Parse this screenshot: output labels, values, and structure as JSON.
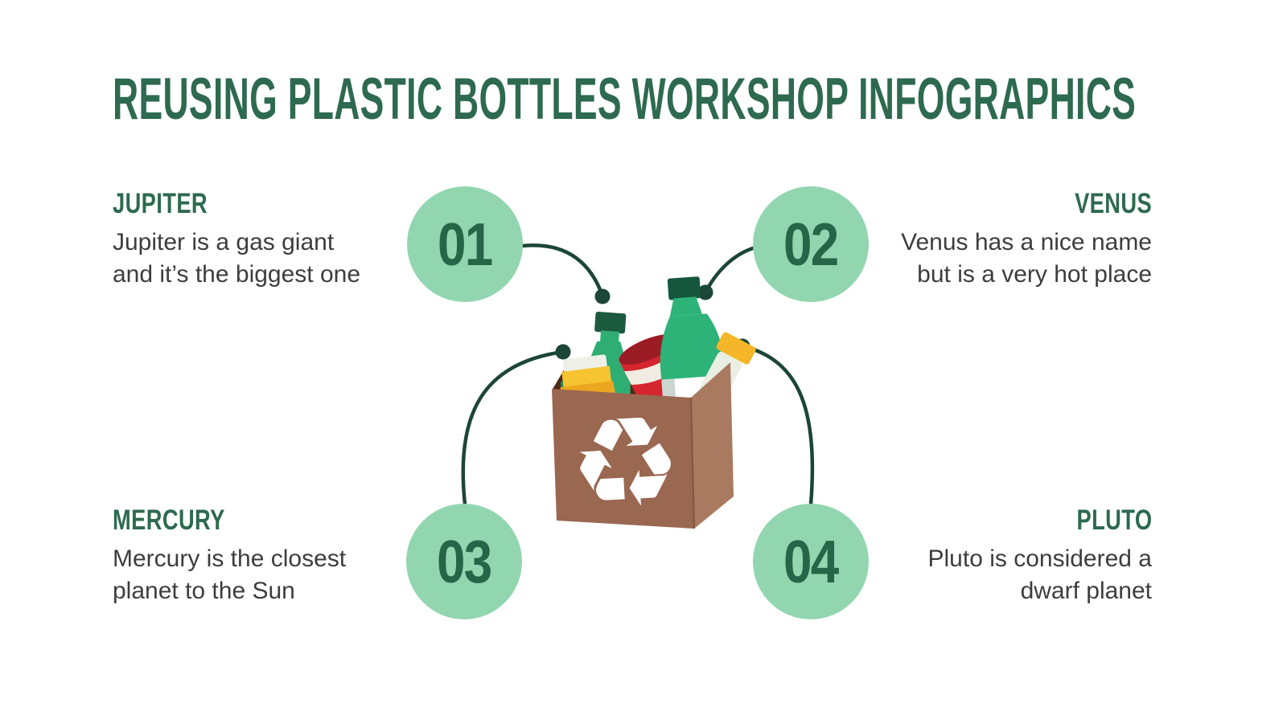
{
  "title": "REUSING PLASTIC BOTTLES WORKSHOP INFOGRAPHICS",
  "items": [
    {
      "number": "01",
      "name": "JUPITER",
      "lines": [
        "Jupiter is a gas giant",
        "and it’s the biggest one"
      ],
      "position": "top-left"
    },
    {
      "number": "02",
      "name": "VENUS",
      "lines": [
        "Venus has a nice name",
        "but is a very hot place"
      ],
      "position": "top-right"
    },
    {
      "number": "03",
      "name": "MERCURY",
      "lines": [
        "Mercury is the closest",
        "planet to the Sun"
      ],
      "position": "bottom-left"
    },
    {
      "number": "04",
      "name": "PLUTO",
      "lines": [
        "Pluto is considered a",
        "dwarf planet"
      ],
      "position": "bottom-right"
    }
  ],
  "illustration": {
    "name": "cardboard-recycling-box-with-plastic-bottles",
    "recycle_symbol": "♻"
  },
  "palette": {
    "heading_green": "#2d6a4f",
    "mint_circle": "#92d6b0",
    "number_green": "#276548",
    "connector_green": "#1c4637",
    "body_text": "#3d3d3d",
    "box_brown_front": "#9a6751",
    "box_brown_side": "#a97a60",
    "box_interior": "#4e2a1a",
    "bottle_green": "#2fae74",
    "bottle_amber": "#eca61f",
    "cup_red": "#d5252e",
    "scrap_teal": "#1a6f6b"
  }
}
